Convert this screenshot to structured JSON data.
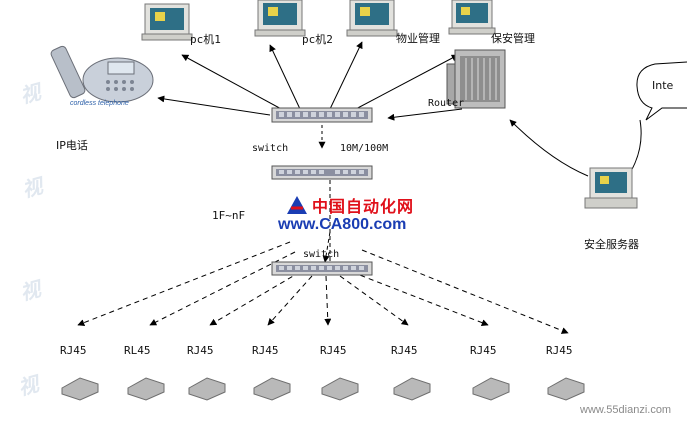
{
  "nodes": {
    "pc1": "pc机1",
    "pc2": "pc机2",
    "property": "物业管理",
    "security_mgmt": "保安管理",
    "ip_phone": "IP电话",
    "phone_brand": "cordless telephone",
    "router": "Router",
    "switch_top": "switch",
    "speed": "10M/100M",
    "floors": "1F~nF",
    "switch_bottom": "switch",
    "security_server": "安全服务器",
    "internet": "Inte"
  },
  "ports": [
    "RJ45",
    "RL45",
    "RJ45",
    "RJ45",
    "RJ45",
    "RJ45",
    "RJ45",
    "RJ45"
  ],
  "watermark": {
    "cn": "中国自动化网",
    "url": "www.CA800.com",
    "site": "www.55dianzi.com",
    "bg_text": "视"
  }
}
